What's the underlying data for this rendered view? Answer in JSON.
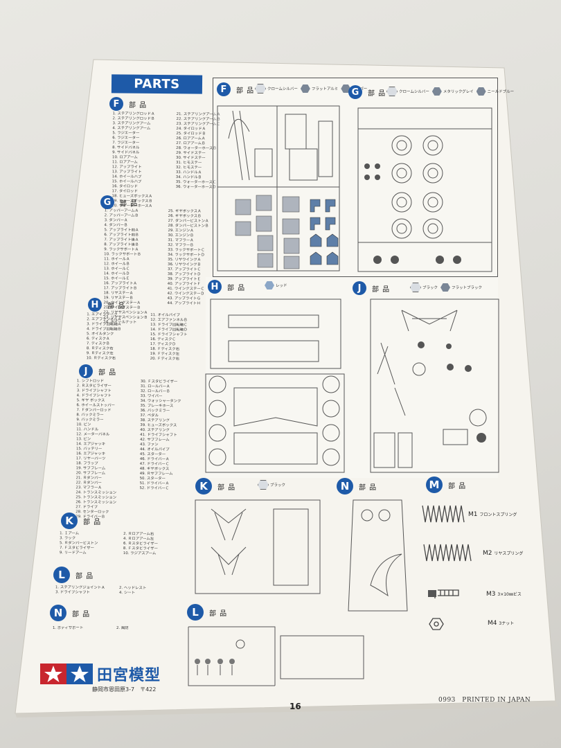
{
  "header": {
    "title": "PARTS"
  },
  "left_lists": {
    "F": {
      "letter": "F",
      "label": "部 品",
      "col1": [
        "1. ステアリングロッドＡ",
        "2. ステアリングロッドＢ",
        "3. ステアリングアーム",
        "4. ステアリングアーム",
        "5. ラジエーター",
        "6. ラジエーター",
        "7. ラジエーター",
        "8. サイドパネル",
        "9. サイドパネル",
        "10. ロアアーム",
        "11. ロアアーム",
        "12. アップライト",
        "13. アップライト",
        "14. ホイールハブ",
        "15. ホイールハブ",
        "16. タイロッド",
        "17. タイロッド",
        "18. ヒューズボックスＡ",
        "19. ヒューズボックスＢ",
        "20. ウォーターホースＡ"
      ],
      "col2": [
        "21. ステアリングアームＡ",
        "22. ステアリングアームＢ",
        "23. ステアリングアームＣ",
        "24. タイロッドＡ",
        "25. タイロッドＢ",
        "26. ロアアームＡ",
        "27. ロアアームＢ",
        "28. ウォーターホースＢ",
        "29. サイドステー",
        "30. サイドステー",
        "31. ヒモステー",
        "32. ヒモステー",
        "33. ハンドルＡ",
        "34. ハンドルＢ",
        "35. ウォーターホースＣ",
        "36. ウォーターホースＤ"
      ]
    },
    "G": {
      "letter": "G",
      "label": "部 品",
      "col1": [
        "1. アッパーアームＡ",
        "2. アッパーアームＢ",
        "3. ダンパーＡ",
        "4. ダンパーＢ",
        "5. アップライト前Ａ",
        "6. アップライト前Ｂ",
        "7. アップライト後Ａ",
        "8. アップライト後Ｂ",
        "9. ラックサポートＡ",
        "10. ラックサポートＢ",
        "11. ホイールＡ",
        "12. ホイールＢ",
        "13. ホイールＣ",
        "14. ホイールＤ",
        "15. ホイールＥ",
        "16. アップライトＡ",
        "17. アップライトＢ",
        "18. リヤステーＡ",
        "19. リヤステーＢ",
        "20. ウイングステーＡ",
        "21. ウイングステーＢ",
        "22. リヤサスペンションＡ",
        "23. リヤサスペンションＢ",
        "24. ホイールナット"
      ],
      "col2": [
        "25. ギヤボックスＡ",
        "26. ギヤボックスＢ",
        "27. ダンパーピストンＡ",
        "28. ダンパーピストンＢ",
        "29. エンジンＡ",
        "30. エンジンＢ",
        "31. マフラーＡ",
        "32. マフラーＢ",
        "33. ラックサポートＣ",
        "34. ラックサポートＤ",
        "35. リヤウイングＡ",
        "36. リヤウイングＢ",
        "37. アップライトＣ",
        "38. アップライトＤ",
        "39. アップライトＥ",
        "40. アップライトＦ",
        "41. ウイングステーＣ",
        "42. ウイングステーＤ",
        "43. アップライトＧ",
        "44. アップライトＨ"
      ]
    },
    "H": {
      "letter": "H",
      "label": "部 品",
      "col1": [
        "1. エアインテーク",
        "2. エアファンネルＡ",
        "3. ドライブ回転軸Ａ",
        "4. ドライブ回転軸Ｂ",
        "5. オイルタンク",
        "6. ディスクＡ",
        "7. ディスクＢ",
        "8. Ｒディスク右",
        "9. Ｒディスク左",
        "10. Ｒディスク右"
      ],
      "col2": [
        "11. オイルパイプ",
        "12. エアファンネルＢ",
        "13. ドライブ回転軸Ｃ",
        "14. ドライブ回転軸Ｄ",
        "15. ドライブシャフト",
        "16. ディスクＣ",
        "17. ディスクＤ",
        "18. Ｆディスク右",
        "19. Ｆディスク左",
        "20. Ｆディスク右"
      ]
    },
    "J": {
      "letter": "J",
      "label": "部 品",
      "col1": [
        "1. シフトロッド",
        "2. Ｒスタビライザー",
        "3. ドライブシャフト",
        "4. ドライブシャフト",
        "5. ギヤ ボックス",
        "6. ホイールストッパー",
        "7. Ｆダンパーロッド",
        "8. バックミラー",
        "9. バックミラー",
        "10. ピン",
        "11. ハンドル",
        "12. メーターパネル",
        "13. ピン",
        "14. エアジャッキ",
        "15. バッテリー",
        "16. エアジャッキ",
        "17. リヤーパーツ",
        "18. フラップ",
        "19. サブフレーム",
        "20. サブフレーム",
        "21. Ｒダンパー",
        "22. Ｒダンパー",
        "23. マフラーＡ",
        "24. トランスミッション",
        "25. トランスミッション",
        "26. トランスミッション",
        "27. ドライブ",
        "28. センターロック",
        "29. ドライバーＢ"
      ],
      "col2": [
        "30. Ｆスタビライザー",
        "31. ロールバーＡ",
        "32. ロールバーＢ",
        "33. ワイパー",
        "34. ウォッシャータンク",
        "35. ブレーキホース",
        "36. バックミラー",
        "37. ペダル",
        "38. ステアリング",
        "39. ヒューズボックス",
        "40. ステアリング",
        "41. ドライブシャフト",
        "42. サブフレーム",
        "43. ファン",
        "44. オイルパイプ",
        "45. スターター",
        "46. ドライバーＡ",
        "47. ドライバーＣ",
        "48. ギヤボックス",
        "49. Ｒサブフレーム",
        "50. スターター",
        "51. ドライバーＡ",
        "52. ドライバーＣ"
      ]
    },
    "K": {
      "letter": "K",
      "label": "部 品",
      "col1": [
        "1. Ｉアーム",
        "3. ラック",
        "5. Ｒダンパーピストン",
        "7. Ｆスタビライザー",
        "9. リードアーム"
      ],
      "col2": [
        "2. Ｒロアアーム右",
        "4. Ｒロアアーム左",
        "6. Ｒスタビライザー",
        "8. Ｆスタビライザー",
        "10. ラジアスアーム"
      ]
    },
    "L": {
      "letter": "L",
      "label": "部 品",
      "col1": [
        "1. ステアリングジョイントＡ",
        "3. ドライブシャフト"
      ],
      "col2": [
        "2. ヘッドレスト",
        "4. シート"
      ]
    },
    "N": {
      "letter": "N",
      "label": "部 品",
      "col1": [
        "1. ボディサポート"
      ],
      "col2": [
        "2. 風防"
      ]
    }
  },
  "frames": {
    "F": {
      "letter": "F",
      "label": "部 品",
      "swatches": [
        "クロームシルバー",
        "フラットアルミ",
        "アッパー"
      ]
    },
    "G": {
      "letter": "G",
      "label": "部 品",
      "swatches": [
        "クロームシルバー",
        "メタリックグレイ",
        "ニールドブルー"
      ]
    },
    "H": {
      "letter": "H",
      "label": "部 品",
      "swatches": [
        "レッド"
      ]
    },
    "J": {
      "letter": "J",
      "label": "部 品",
      "swatches": [
        "ブラック",
        "フラットブラック"
      ]
    },
    "K": {
      "letter": "K",
      "label": "部 品",
      "swatches": [
        "ブラック"
      ]
    },
    "N": {
      "letter": "N",
      "label": "部 品"
    },
    "M": {
      "letter": "M",
      "label": "部 品"
    },
    "L": {
      "letter": "L",
      "label": "部 品"
    }
  },
  "m_parts": [
    {
      "code": "M1",
      "name": "フロントスプリング"
    },
    {
      "code": "M2",
      "name": "リヤスプリング"
    },
    {
      "code": "M3",
      "name": "3×10㎜ビス"
    },
    {
      "code": "M4",
      "name": "3ナット"
    }
  ],
  "footer": {
    "brand": "田宮模型",
    "address": "静岡市恩田原3-7　〒422",
    "page": "16",
    "code": "0993",
    "printed": "PRINTED IN JAPAN"
  }
}
